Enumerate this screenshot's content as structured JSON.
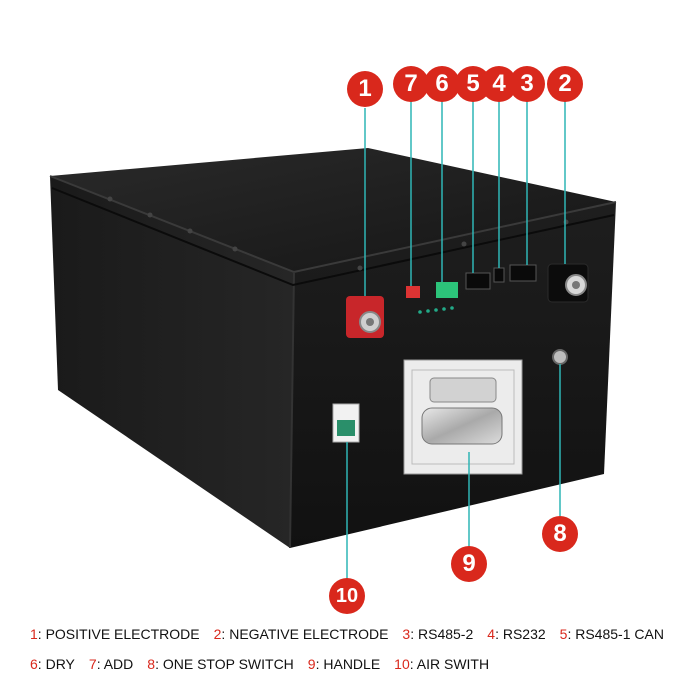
{
  "callouts": {
    "n1": "1",
    "n2": "2",
    "n3": "3",
    "n4": "4",
    "n5": "5",
    "n6": "6",
    "n7": "7",
    "n8": "8",
    "n9": "9",
    "n10": "10"
  },
  "legend": {
    "row1": [
      {
        "num": "1",
        "label": "POSITIVE ELECTRODE"
      },
      {
        "num": "2",
        "label": "NEGATIVE ELECTRODE"
      },
      {
        "num": "3",
        "label": "RS485-2"
      },
      {
        "num": "4",
        "label": "RS232"
      },
      {
        "num": "5",
        "label": "RS485-1 CAN"
      }
    ],
    "row2": [
      {
        "num": "6",
        "label": "DRY"
      },
      {
        "num": "7",
        "label": "ADD"
      },
      {
        "num": "8",
        "label": "ONE STOP SWITCH"
      },
      {
        "num": "9",
        "label": "HANDLE"
      },
      {
        "num": "10",
        "label": "AIR SWITH"
      }
    ]
  },
  "colors": {
    "accent_red": "#d9281c",
    "leader_cyan": "#2fb5b5",
    "battery_body": "#1c1c1c",
    "positive_terminal": "#c8262a",
    "switch_green": "#2a8f6a"
  }
}
